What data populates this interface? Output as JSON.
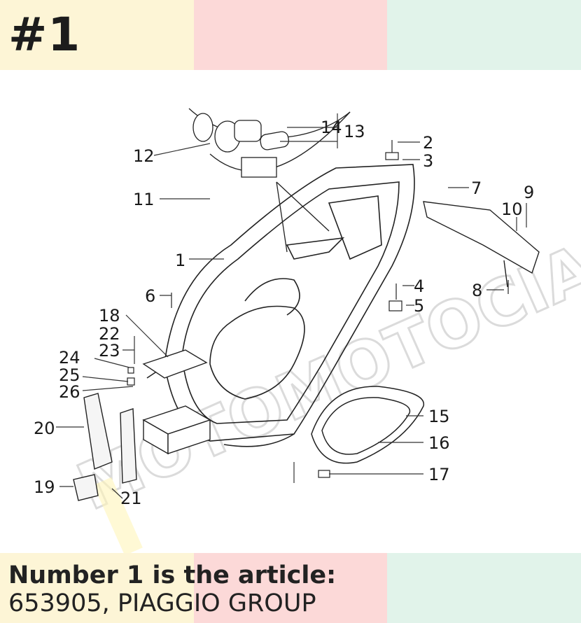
{
  "header": {
    "title": "#1"
  },
  "footer": {
    "line1": "Number 1 is the article:",
    "line2": "653905, PIAGGIO GROUP"
  },
  "diagram": {
    "callouts": [
      "1",
      "2",
      "3",
      "4",
      "5",
      "6",
      "7",
      "8",
      "9",
      "10",
      "11",
      "12",
      "13",
      "14",
      "15",
      "16",
      "17",
      "18",
      "19",
      "20",
      "21",
      "22",
      "23",
      "24",
      "25",
      "26"
    ]
  },
  "colors": {
    "yellow": "#fdf5d6",
    "pink": "#fcd9d8",
    "mint": "#e1f3ea"
  }
}
